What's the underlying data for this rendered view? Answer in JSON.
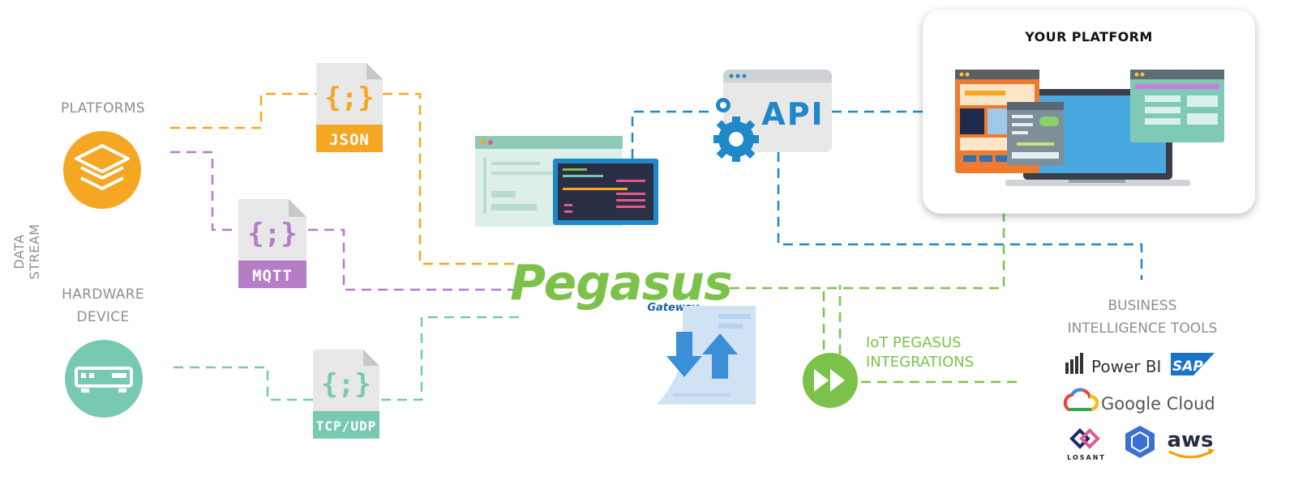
{
  "side_label": "DATA STREAM",
  "sources": {
    "platforms": "PLATFORMS",
    "hardware_line1": "HARDWARE",
    "hardware_line2": "DEVICE"
  },
  "protocols": {
    "json": "JSON",
    "mqtt": "MQTT",
    "tcp": "TCP/UDP",
    "brace_glyph": "{;}"
  },
  "center": {
    "brand": "Pegasus",
    "brand_sub": "Gateway",
    "api": "API"
  },
  "platform": {
    "title": "YOUR PLATFORM"
  },
  "integrations": {
    "line1": "IoT PEGASUS",
    "line2": "INTEGRATIONS"
  },
  "bi": {
    "line1": "BUSINESS",
    "line2": "INTELLIGENCE TOOLS",
    "power_bi": "Power BI",
    "sap": "SAP",
    "google_cloud": "Google Cloud",
    "losant": "LOSANT",
    "aws": "aws"
  },
  "colors": {
    "orange": "#f5a623",
    "purple": "#b57dc5",
    "teal": "#78c9b2",
    "green": "#7cc24a",
    "blue": "#1e88c8",
    "gray_text": "#8a8f94"
  }
}
